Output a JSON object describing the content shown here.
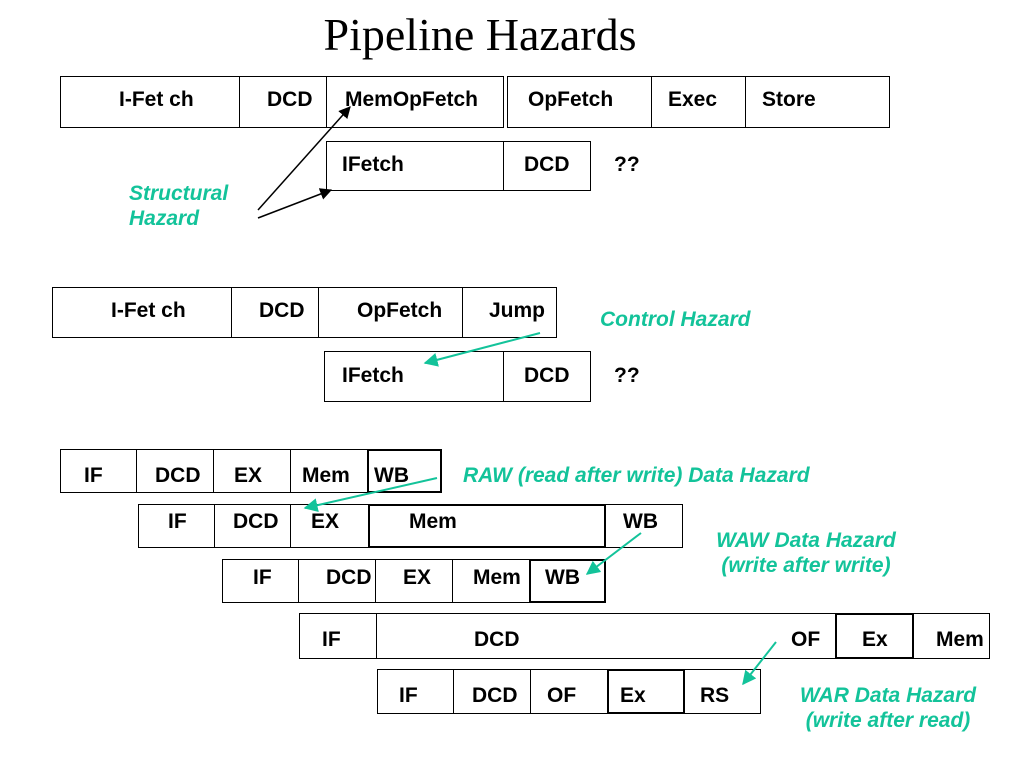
{
  "title": "Pipeline Hazards",
  "colors": {
    "annotation": "#13c39a",
    "stage_border": "#000000"
  },
  "structural": {
    "row1": [
      "I-Fet ch",
      "DCD",
      "MemOpFetch",
      "OpFetch",
      "Exec",
      "Store"
    ],
    "row2": [
      "IFetch",
      "DCD",
      "??"
    ],
    "annotation_line1": "Structural",
    "annotation_line2": "Hazard"
  },
  "control": {
    "row1": [
      "I-Fet ch",
      "DCD",
      "OpFetch",
      "Jump"
    ],
    "row2": [
      "IFetch",
      "DCD",
      "??"
    ],
    "annotation": "Control Hazard"
  },
  "data_hazards": {
    "row1": [
      "IF",
      "DCD",
      "EX",
      "Mem",
      "WB"
    ],
    "row2": [
      "IF",
      "DCD",
      "EX",
      "Mem",
      "WB"
    ],
    "row3": [
      "IF",
      "DCD",
      "EX",
      "Mem",
      "WB"
    ],
    "row4": [
      "IF",
      "DCD",
      "OF",
      "Ex",
      "Mem"
    ],
    "row5": [
      "IF",
      "DCD",
      "OF",
      "Ex",
      "RS"
    ],
    "raw_annotation": "RAW (read after write) Data Hazard",
    "waw_line1": "WAW Data Hazard",
    "waw_line2": "(write after write)",
    "war_line1": "WAR Data Hazard",
    "war_line2": "(write after read)"
  }
}
